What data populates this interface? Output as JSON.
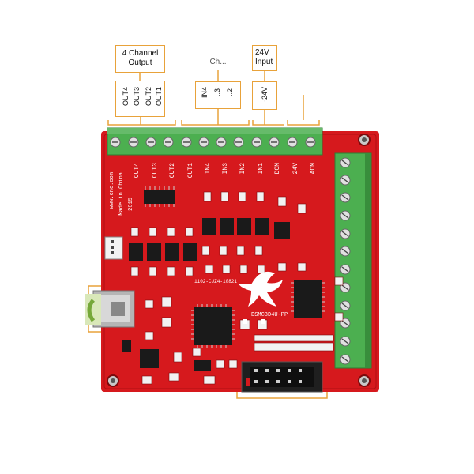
{
  "callouts": {
    "output": {
      "line1": "4 Channel",
      "line2": "Output"
    },
    "input_title": {
      "text": "Ch..."
    },
    "power": {
      "line1": "24V",
      "line2": "Input"
    }
  },
  "callout_pins": {
    "outputs": [
      "OUT1",
      "OUT2",
      "OUT3",
      "OUT4"
    ],
    "inputs": [
      "IN4",
      "..3",
      "..2"
    ],
    "power": [
      "-24V"
    ]
  },
  "board": {
    "silk_top": [
      "OUT4",
      "OUT3",
      "OUT2",
      "OUT1",
      "IN4",
      "IN3",
      "IN2",
      "IN1",
      "DCM",
      "24V",
      "ACM"
    ],
    "silk_side_left": [
      "www.cnc.com",
      "Made in China",
      "2015"
    ],
    "silk_model": "DSMC3D4U-PP",
    "silk_serial": "1102-CJZ4-10821"
  },
  "colors": {
    "pcb_red": "#d6191d",
    "terminal_green": "#4caf50",
    "callout_border": "#e8a23a"
  }
}
